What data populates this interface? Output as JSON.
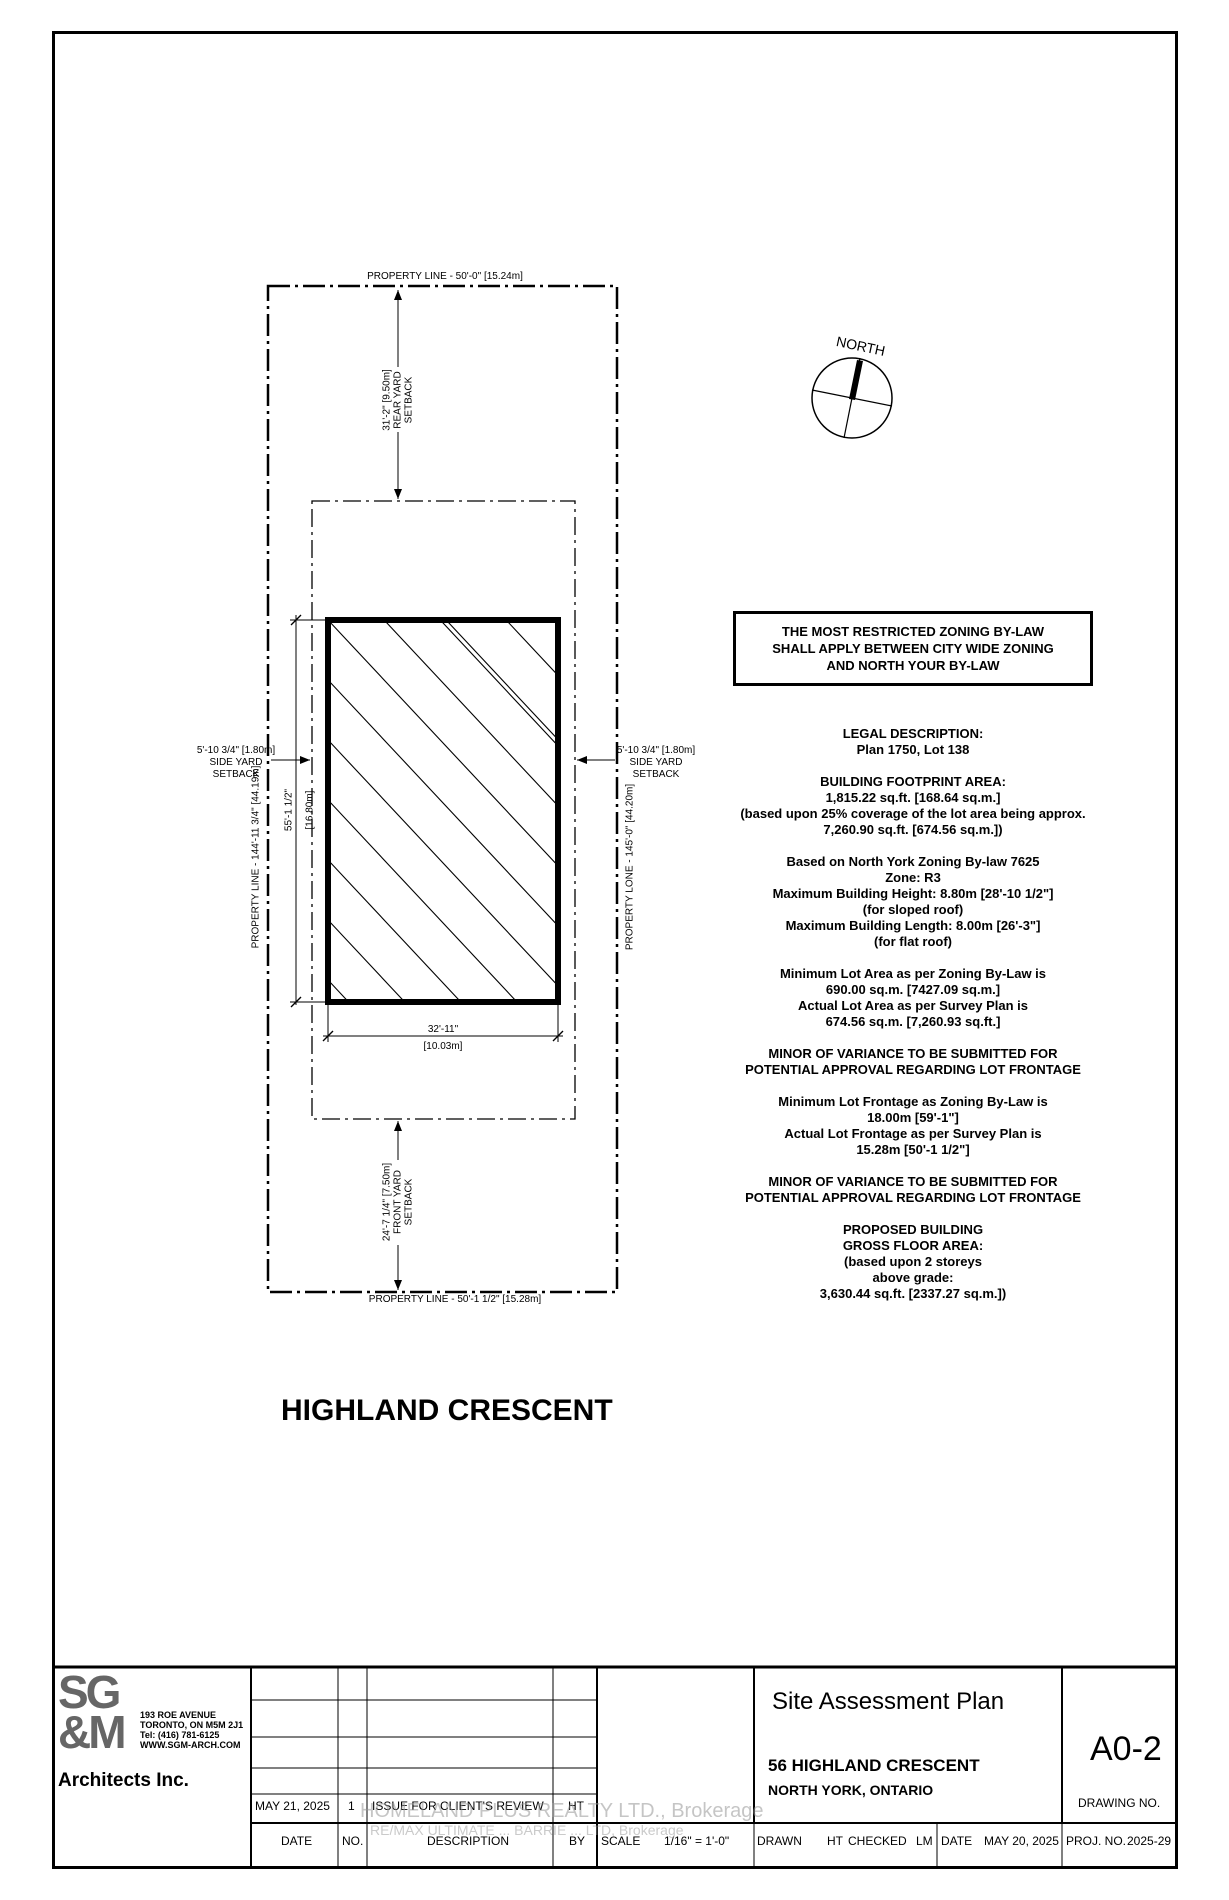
{
  "plan": {
    "top_property_line": "PROPERTY LINE - 50'-0\" [15.24m]",
    "bottom_property_line": "PROPERTY LINE - 50'-1 1/2\" [15.28m]",
    "left_property_line": "PROPERTY LINE - 144'-11 3/4\" [44.19m]",
    "right_property_line": "PROPERTY LONE - 145'-0\" [44.20m]",
    "rear_yard": [
      "31'-2\" [9.50m]",
      "REAR YARD",
      "SETBACK"
    ],
    "front_yard": [
      "24'-7 1/4\" [7.50m]",
      "FRONT YARD",
      "SETBACK"
    ],
    "left_side_yard": [
      "5'-10 3/4\" [1.80m]",
      "SIDE YARD",
      "SETBACK"
    ],
    "right_side_yard": [
      "5'-10 3/4\" [1.80m]",
      "SIDE YARD",
      "SETBACK"
    ],
    "building_length": "55'-1 1/2\"",
    "building_length_m": "[16.80m]",
    "building_width": "32'-11\"",
    "building_width_m": "[10.03m]",
    "north_label": "NORTH",
    "street_name": "HIGHLAND CRESCENT"
  },
  "zoning_box": [
    "THE MOST RESTRICTED ZONING BY-LAW",
    "SHALL APPLY BETWEEN CITY WIDE ZONING",
    "AND NORTH YOUR BY-LAW"
  ],
  "notes": [
    [
      "LEGAL DESCRIPTION:",
      "Plan 1750, Lot 138"
    ],
    [
      "BUILDING FOOTPRINT AREA:",
      "1,815.22 sq.ft. [168.64 sq.m.]",
      "(based upon 25% coverage of the lot area being approx.",
      "7,260.90 sq.ft. [674.56 sq.m.])"
    ],
    [
      "Based on North York Zoning By-law 7625",
      "Zone: R3",
      "Maximum Building Height:  8.80m [28'-10 1/2\"]",
      "(for sloped roof)",
      "Maximum Building Length: 8.00m [26'-3\"]",
      "(for flat roof)"
    ],
    [
      "Minimum Lot Area as per Zoning By-Law is",
      "690.00 sq.m. [7427.09 sq.m.]",
      "Actual Lot Area as per Survey Plan is",
      "674.56 sq.m. [7,260.93 sq.ft.]"
    ],
    [
      "MINOR OF VARIANCE TO BE SUBMITTED FOR",
      "POTENTIAL APPROVAL REGARDING LOT FRONTAGE"
    ],
    [
      "Minimum Lot Frontage as Zoning By-Law is",
      "18.00m [59'-1\"]",
      "Actual Lot Frontage as per Survey Plan is",
      "15.28m [50'-1 1/2\"]"
    ],
    [
      "MINOR OF VARIANCE TO BE SUBMITTED FOR",
      "POTENTIAL APPROVAL REGARDING LOT FRONTAGE"
    ],
    [
      "PROPOSED BUILDING",
      "GROSS FLOOR AREA:",
      "(based upon 2 storeys",
      "above grade:",
      "3,630.44 sq.ft. [2337.27 sq.m.])"
    ]
  ],
  "title_block": {
    "logo_letters_1": "SG",
    "logo_letters_2": "&M",
    "address": [
      "193 ROE AVENUE",
      "TORONTO, ON M5M 2J1",
      "Tel: (416) 781-6125",
      "WWW.SGM-ARCH.COM"
    ],
    "firm": "Architects Inc.",
    "rev_date": "MAY 21, 2025",
    "rev_no": "1",
    "rev_desc": "ISSUE FOR CLIENT'S REVIEW",
    "rev_by": "HT",
    "col_date": "DATE",
    "col_no": "NO.",
    "col_desc": "DESCRIPTION",
    "col_by": "BY",
    "scale_label": "SCALE",
    "scale_value": "1/16\" = 1'-0\"",
    "drawn_label": "DRAWN",
    "drawn_value": "HT",
    "checked_label": "CHECKED",
    "checked_value": "LM",
    "date_label": "DATE",
    "date_value": "MAY 20, 2025",
    "proj_label": "PROJ. NO.",
    "proj_value": "2025-29",
    "sheet_title": "Site Assessment Plan",
    "project_name": "56 HIGHLAND CRESCENT",
    "project_location": "NORTH YORK, ONTARIO",
    "drawing_number": "A0-2",
    "drawing_no_label": "DRAWING NO."
  },
  "watermark": {
    "line1": "HOMELAND PLUS REALTY LTD., Brokerage",
    "line2": "RE/MAX ULTIMATE ... BARRIE ... LTD, Brokerage"
  }
}
